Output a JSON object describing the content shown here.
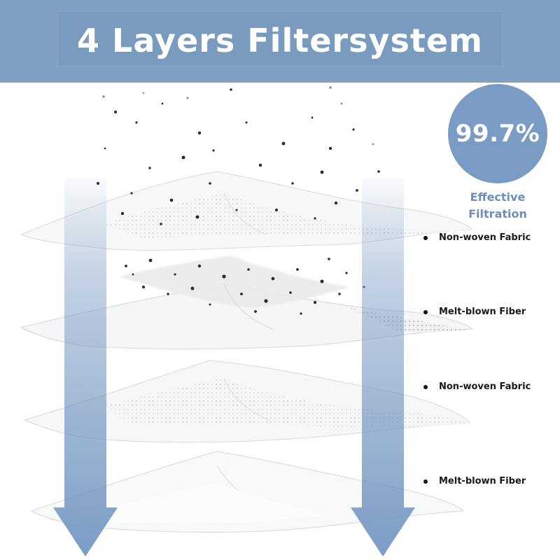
{
  "header": {
    "title": "4 Layers Filtersystem"
  },
  "badge": {
    "value": "99.7%",
    "caption_line1": "Effective",
    "caption_line2": "Filtration"
  },
  "layers": [
    {
      "label": "Non-woven Fabric"
    },
    {
      "label": "Melt-blown Fiber"
    },
    {
      "label": "Non-woven Fabric"
    },
    {
      "label": "Melt-blown Fiber"
    }
  ],
  "colors": {
    "banner": "#7f9fc3",
    "badge": "#7a9bc3",
    "arrow": "#7396c0",
    "caption": "#6d8fb8"
  }
}
